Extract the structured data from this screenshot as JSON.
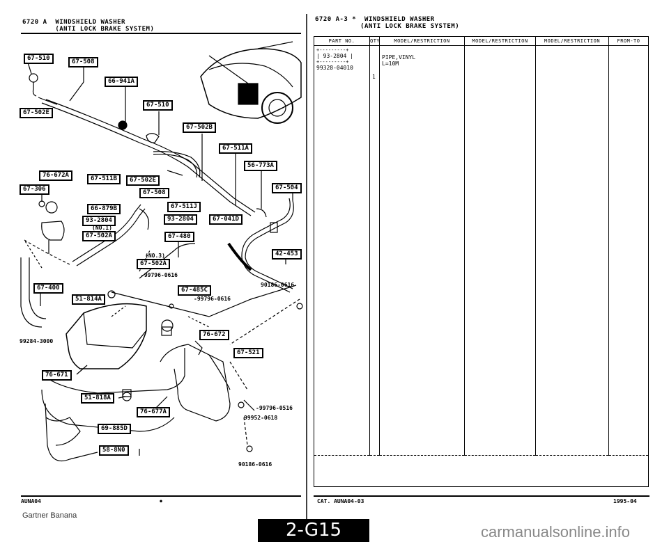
{
  "left_header": {
    "line1": "6720 A  WINDSHIELD WASHER",
    "line2": "        (ANTI LOCK BRAKE SYSTEM)"
  },
  "right_header": {
    "line1": "6720 A-3 *  WINDSHIELD WASHER",
    "line2": "           (ANTI LOCK BRAKE SYSTEM)"
  },
  "callouts": [
    {
      "id": "67-510",
      "text": "67-510"
    },
    {
      "id": "67-508",
      "text": "67-508"
    },
    {
      "id": "66-941A",
      "text": "66-941A"
    },
    {
      "id": "67-510b",
      "text": "67-510"
    },
    {
      "id": "67-502E",
      "text": "67-502E"
    },
    {
      "id": "67-502B",
      "text": "67-502B"
    },
    {
      "id": "67-511A",
      "text": "67-511A"
    },
    {
      "id": "56-773A",
      "text": "56-773A"
    },
    {
      "id": "76-672A",
      "text": "76-672A"
    },
    {
      "id": "67-511B",
      "text": "67-511B"
    },
    {
      "id": "67-502E2",
      "text": "67-502E"
    },
    {
      "id": "67-306",
      "text": "67-306"
    },
    {
      "id": "67-508b",
      "text": "67-508"
    },
    {
      "id": "67-504",
      "text": "67-504"
    },
    {
      "id": "66-879B",
      "text": "66-879B"
    },
    {
      "id": "67-511J",
      "text": "67-511J"
    },
    {
      "id": "93-2804a",
      "text": "93-2804"
    },
    {
      "id": "93-2804b",
      "text": "93-2804"
    },
    {
      "id": "67-041D",
      "text": "67-041D"
    },
    {
      "id": "67-502A",
      "text": "67-502A"
    },
    {
      "id": "67-480",
      "text": "67-480"
    },
    {
      "id": "42-453",
      "text": "42-453"
    },
    {
      "id": "67-502A2",
      "text": "67-502A"
    },
    {
      "id": "67-400",
      "text": "67-400"
    },
    {
      "id": "67-485C",
      "text": "67-485C"
    },
    {
      "id": "51-814A",
      "text": "51-814A"
    },
    {
      "id": "76-672",
      "text": "76-672"
    },
    {
      "id": "67-521",
      "text": "67-521"
    },
    {
      "id": "76-671",
      "text": "76-671"
    },
    {
      "id": "51-818A",
      "text": "51-818A"
    },
    {
      "id": "76-677A",
      "text": "76-677A"
    },
    {
      "id": "69-885D",
      "text": "69-885D"
    },
    {
      "id": "58-8NO",
      "text": "58-8N0"
    }
  ],
  "plain_labels": {
    "no1": "(NO.1)",
    "no3": "(NO.3)",
    "p1": "-99796-0616",
    "p2": "-99796-0616",
    "p3": "90186-0616",
    "p4": "99284-3000",
    "p5": "-99796-0516",
    "p6": "99952-0618",
    "p7": "90186-0616"
  },
  "table": {
    "headers": [
      "PART NO.",
      "QTY",
      "MODEL/RESTRICTION",
      "MODEL/RESTRICTION",
      "MODEL/RESTRICTION",
      "FROM-TO"
    ],
    "row_ref_label": "93-2804",
    "row_ref_border": "+---------+",
    "part_no": "99328-04010",
    "qty": "1",
    "desc1": "PIPE,VINYL",
    "desc2": "L=10M"
  },
  "footer": {
    "left_code": "AUNA04",
    "bullet": "•",
    "cat": "CAT.  AUNA04-03",
    "date": "1995-04",
    "page": "2-G15"
  },
  "watermarks": {
    "left": "Gartner Banana",
    "right": "carmanualsonline.info"
  }
}
